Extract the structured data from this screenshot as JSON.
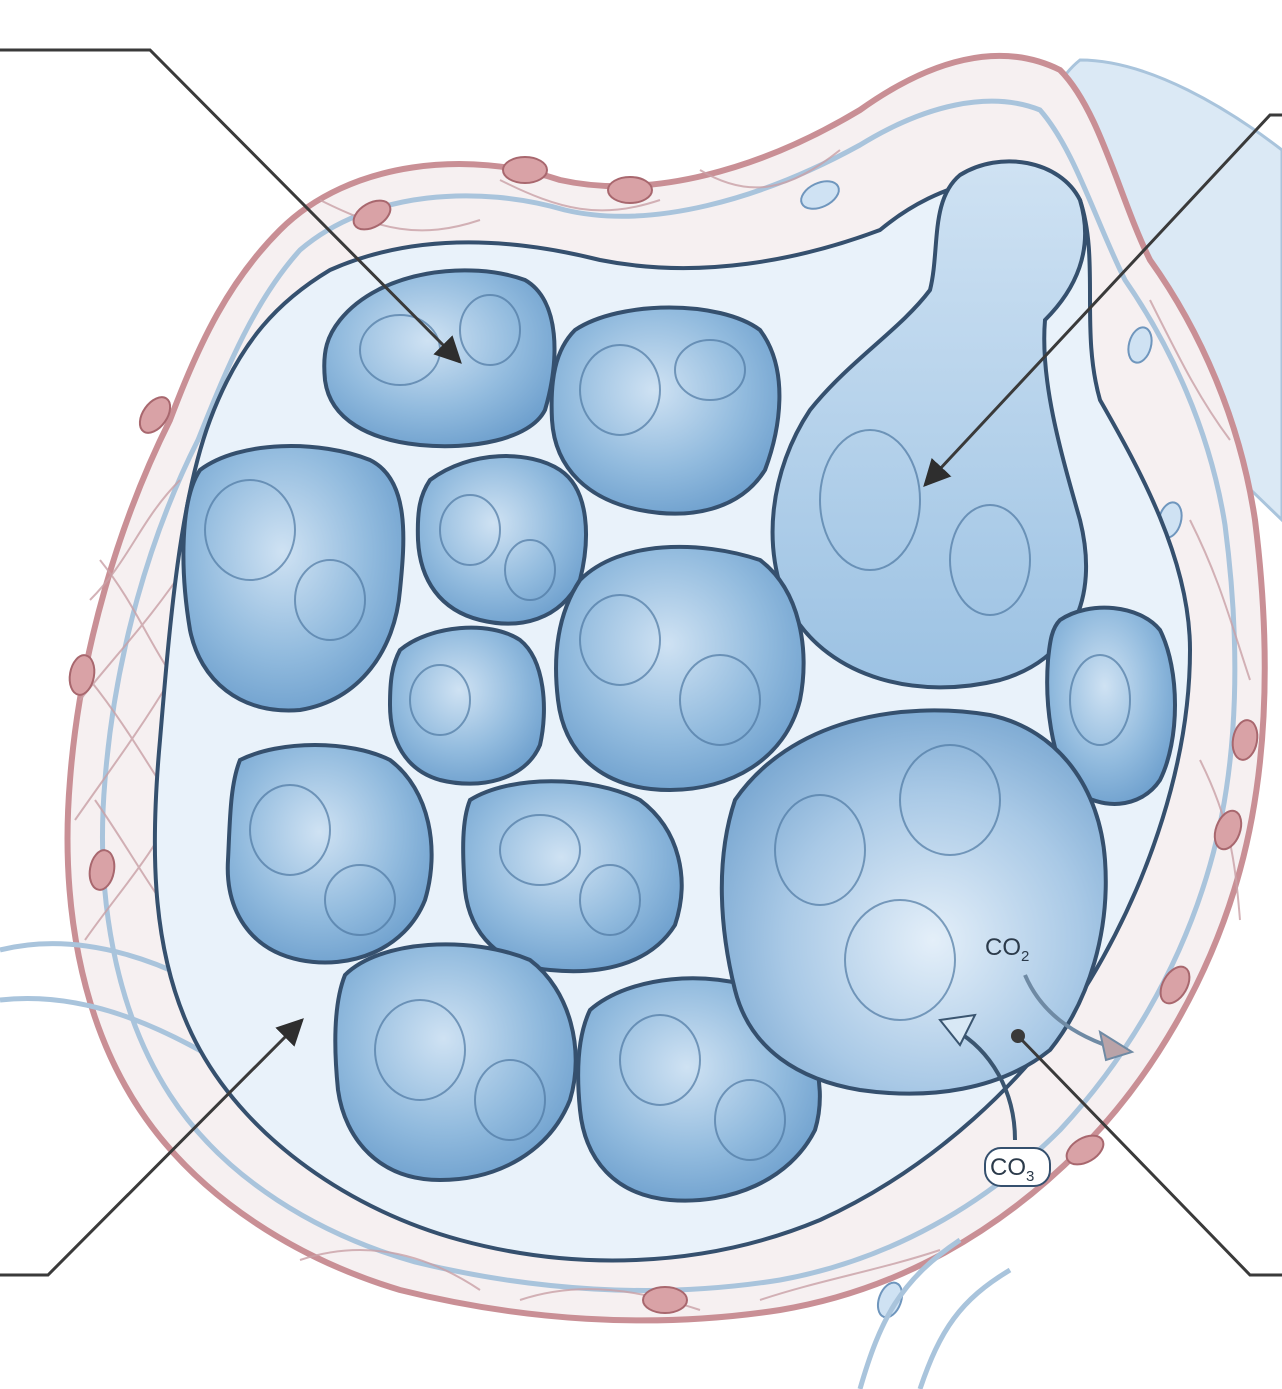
{
  "colors": {
    "background": "#ffffff",
    "alveolus_fill": "#8fb8dc",
    "alveolus_light": "#cfe2f3",
    "alveolus_dark": "#5f93c4",
    "septum": "#eef5fb",
    "outline": "#35506e",
    "artery_red": "#c98f95",
    "rbc_fill": "#d9a2a6",
    "vein_blue": "#a9c4dc",
    "leader_line": "#3a3a3a"
  },
  "labels": {
    "co2_top": {
      "main": "CO",
      "sub": "2"
    },
    "co3_bottom": {
      "main": "CO",
      "sub": "3"
    }
  },
  "leaders": [
    {
      "name": "leader-alveolus-top-left",
      "icon": "arrowhead"
    },
    {
      "name": "leader-alveolar-duct-top-right",
      "icon": "arrowhead"
    },
    {
      "name": "leader-alveolar-wall-bottom-left",
      "icon": "arrowhead"
    },
    {
      "name": "leader-capillary-bottom-right",
      "icon": "dot"
    }
  ]
}
